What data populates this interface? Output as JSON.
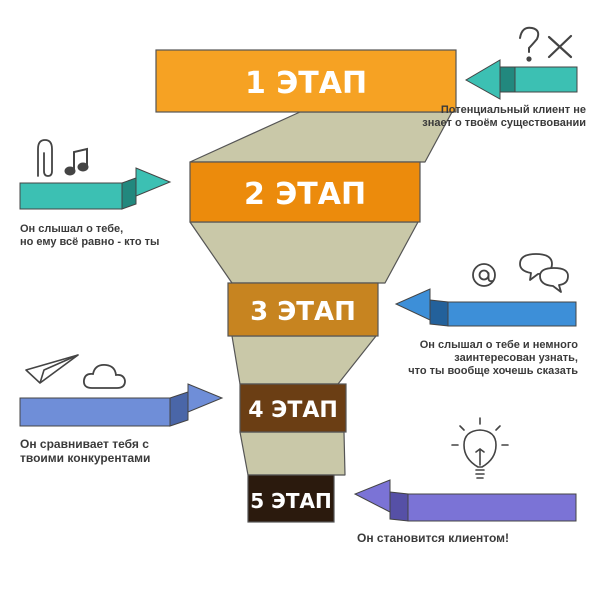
{
  "stages": [
    {
      "label": "1 ЭТАП",
      "color": "#f6a223",
      "dark": "#c97f12",
      "caption": [
        "Потенциальный клиент не",
        "знает о твоём существовании"
      ],
      "arrow_color": "#3cc0b3",
      "arrow_dark": "#22887e",
      "icons": [
        "question-mark-icon",
        "cross-icon"
      ]
    },
    {
      "label": "2 ЭТАП",
      "color": "#ec8b0c",
      "dark": "#b56a06",
      "caption": [
        "Он слышал о тебе,",
        "но ему всё равно - кто ты"
      ],
      "arrow_color": "#3cc0b3",
      "arrow_dark": "#22887e",
      "icons": [
        "paperclip-icon",
        "music-note-icon"
      ]
    },
    {
      "label": "3 ЭТАП",
      "color": "#c78420",
      "dark": "#93600f",
      "caption": [
        "Он слышал о тебе и немного",
        "заинтересован узнать,",
        "что ты вообще хочешь сказать"
      ],
      "arrow_color": "#3d8fd8",
      "arrow_dark": "#23619b",
      "icons": [
        "at-sign-icon",
        "speech-bubbles-icon"
      ]
    },
    {
      "label": "4 ЭТАП",
      "color": "#6b3e14",
      "dark": "#4a2a0c",
      "caption": [
        "Он сравнивает тебя с",
        "твоими конкурентами"
      ],
      "arrow_color": "#6f8ed8",
      "arrow_dark": "#4a66a8",
      "icons": [
        "paper-plane-icon",
        "cloud-icon"
      ]
    },
    {
      "label": "5 ЭТАП",
      "color": "#2b1a0d",
      "dark": "#170d05",
      "caption": [
        "Он становится клиентом!"
      ],
      "arrow_color": "#7b73d6",
      "arrow_dark": "#5650a6",
      "icons": [
        "light-bulb-icon"
      ]
    }
  ],
  "ribbon_color": "#c9c8a8",
  "ribbon_stroke": "#555555"
}
